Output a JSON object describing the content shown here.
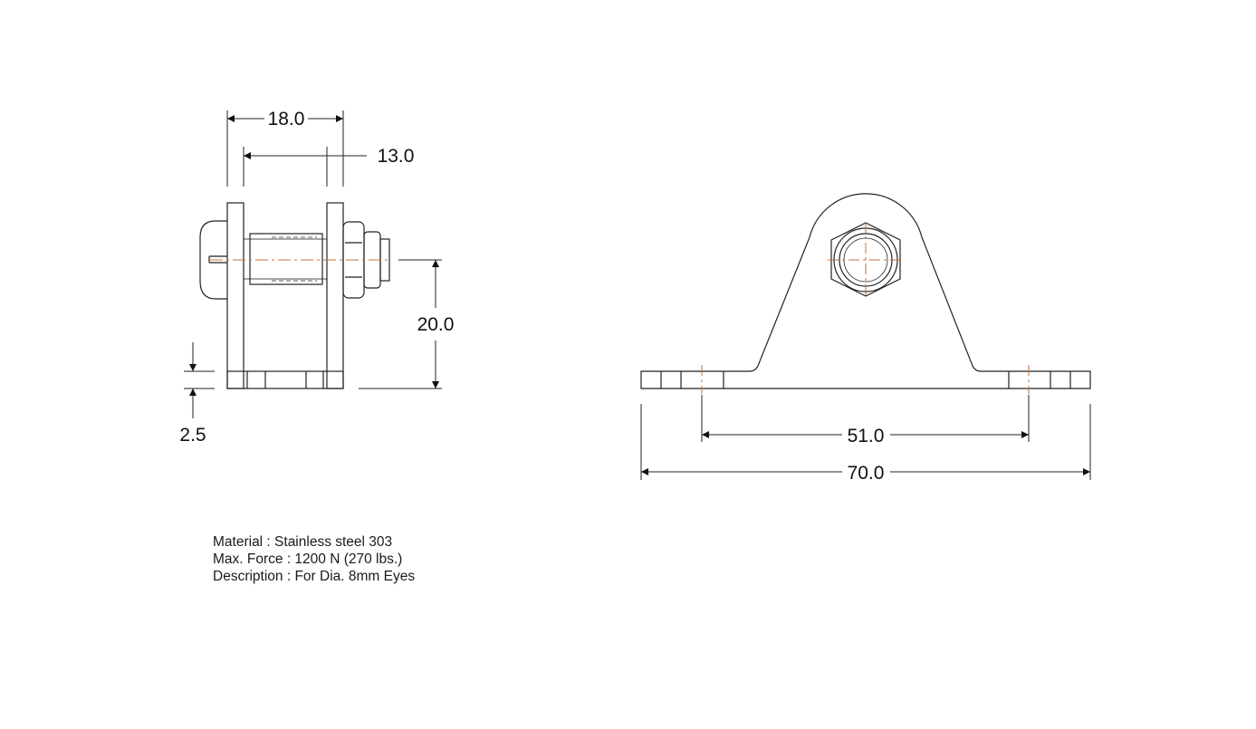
{
  "side_view": {
    "dim_width": "18.0",
    "dim_inner": "13.0",
    "dim_height": "20.0",
    "dim_thickness": "2.5"
  },
  "front_view": {
    "dim_hole_spacing": "51.0",
    "dim_overall_length": "70.0"
  },
  "notes": {
    "material": "Material : Stainless steel 303",
    "max_force": "Max. Force : 1200 N (270 lbs.)",
    "description": "Description : For Dia. 8mm Eyes"
  },
  "colors": {
    "line": "#222222",
    "centerline": "#c0703a"
  }
}
